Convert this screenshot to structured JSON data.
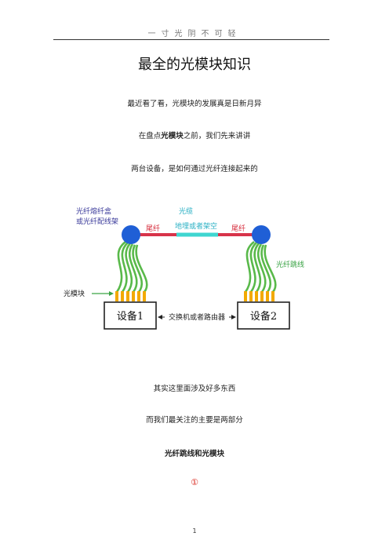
{
  "header": {
    "text": "一寸光阴不可轻"
  },
  "title": "最全的光模块知识",
  "paragraphs": {
    "p1": "最近看了看，光模块的发展真是日新月异",
    "p2_prefix": "在盘点",
    "p2_bold": "光模块",
    "p2_suffix": "之前，我们先来讲讲",
    "p3": "两台设备，是如何通过光纤连接起来的",
    "p4": "其实这里面涉及好多东西",
    "p5": "而我们最关注的主要是两部分",
    "p6": "光纤跳线和光模块",
    "marker": "①"
  },
  "figure": {
    "label_odf": "光纤熔纤盒",
    "label_odf2": "或光纤配线架",
    "label_cable": "光缆",
    "label_cable_route": "地埋或者架空",
    "label_pigtail_left": "尾纤",
    "label_pigtail_right": "尾纤",
    "label_patch": "光纤跳线",
    "label_module": "光模块",
    "device1": "设备1",
    "device2": "设备2",
    "link_label": "交换机或者路由器",
    "colors": {
      "blue_dot": "#1f5fd6",
      "pigtail": "#d8334a",
      "cable": "#3fd6d0",
      "fiber": "#59b94a",
      "module": "#f2a900",
      "label_blue": "#3a3a9a",
      "label_red": "#d62a3a",
      "label_green": "#3aa345",
      "label_cyan": "#2ab0c4"
    }
  },
  "footer": {
    "page": "1"
  }
}
